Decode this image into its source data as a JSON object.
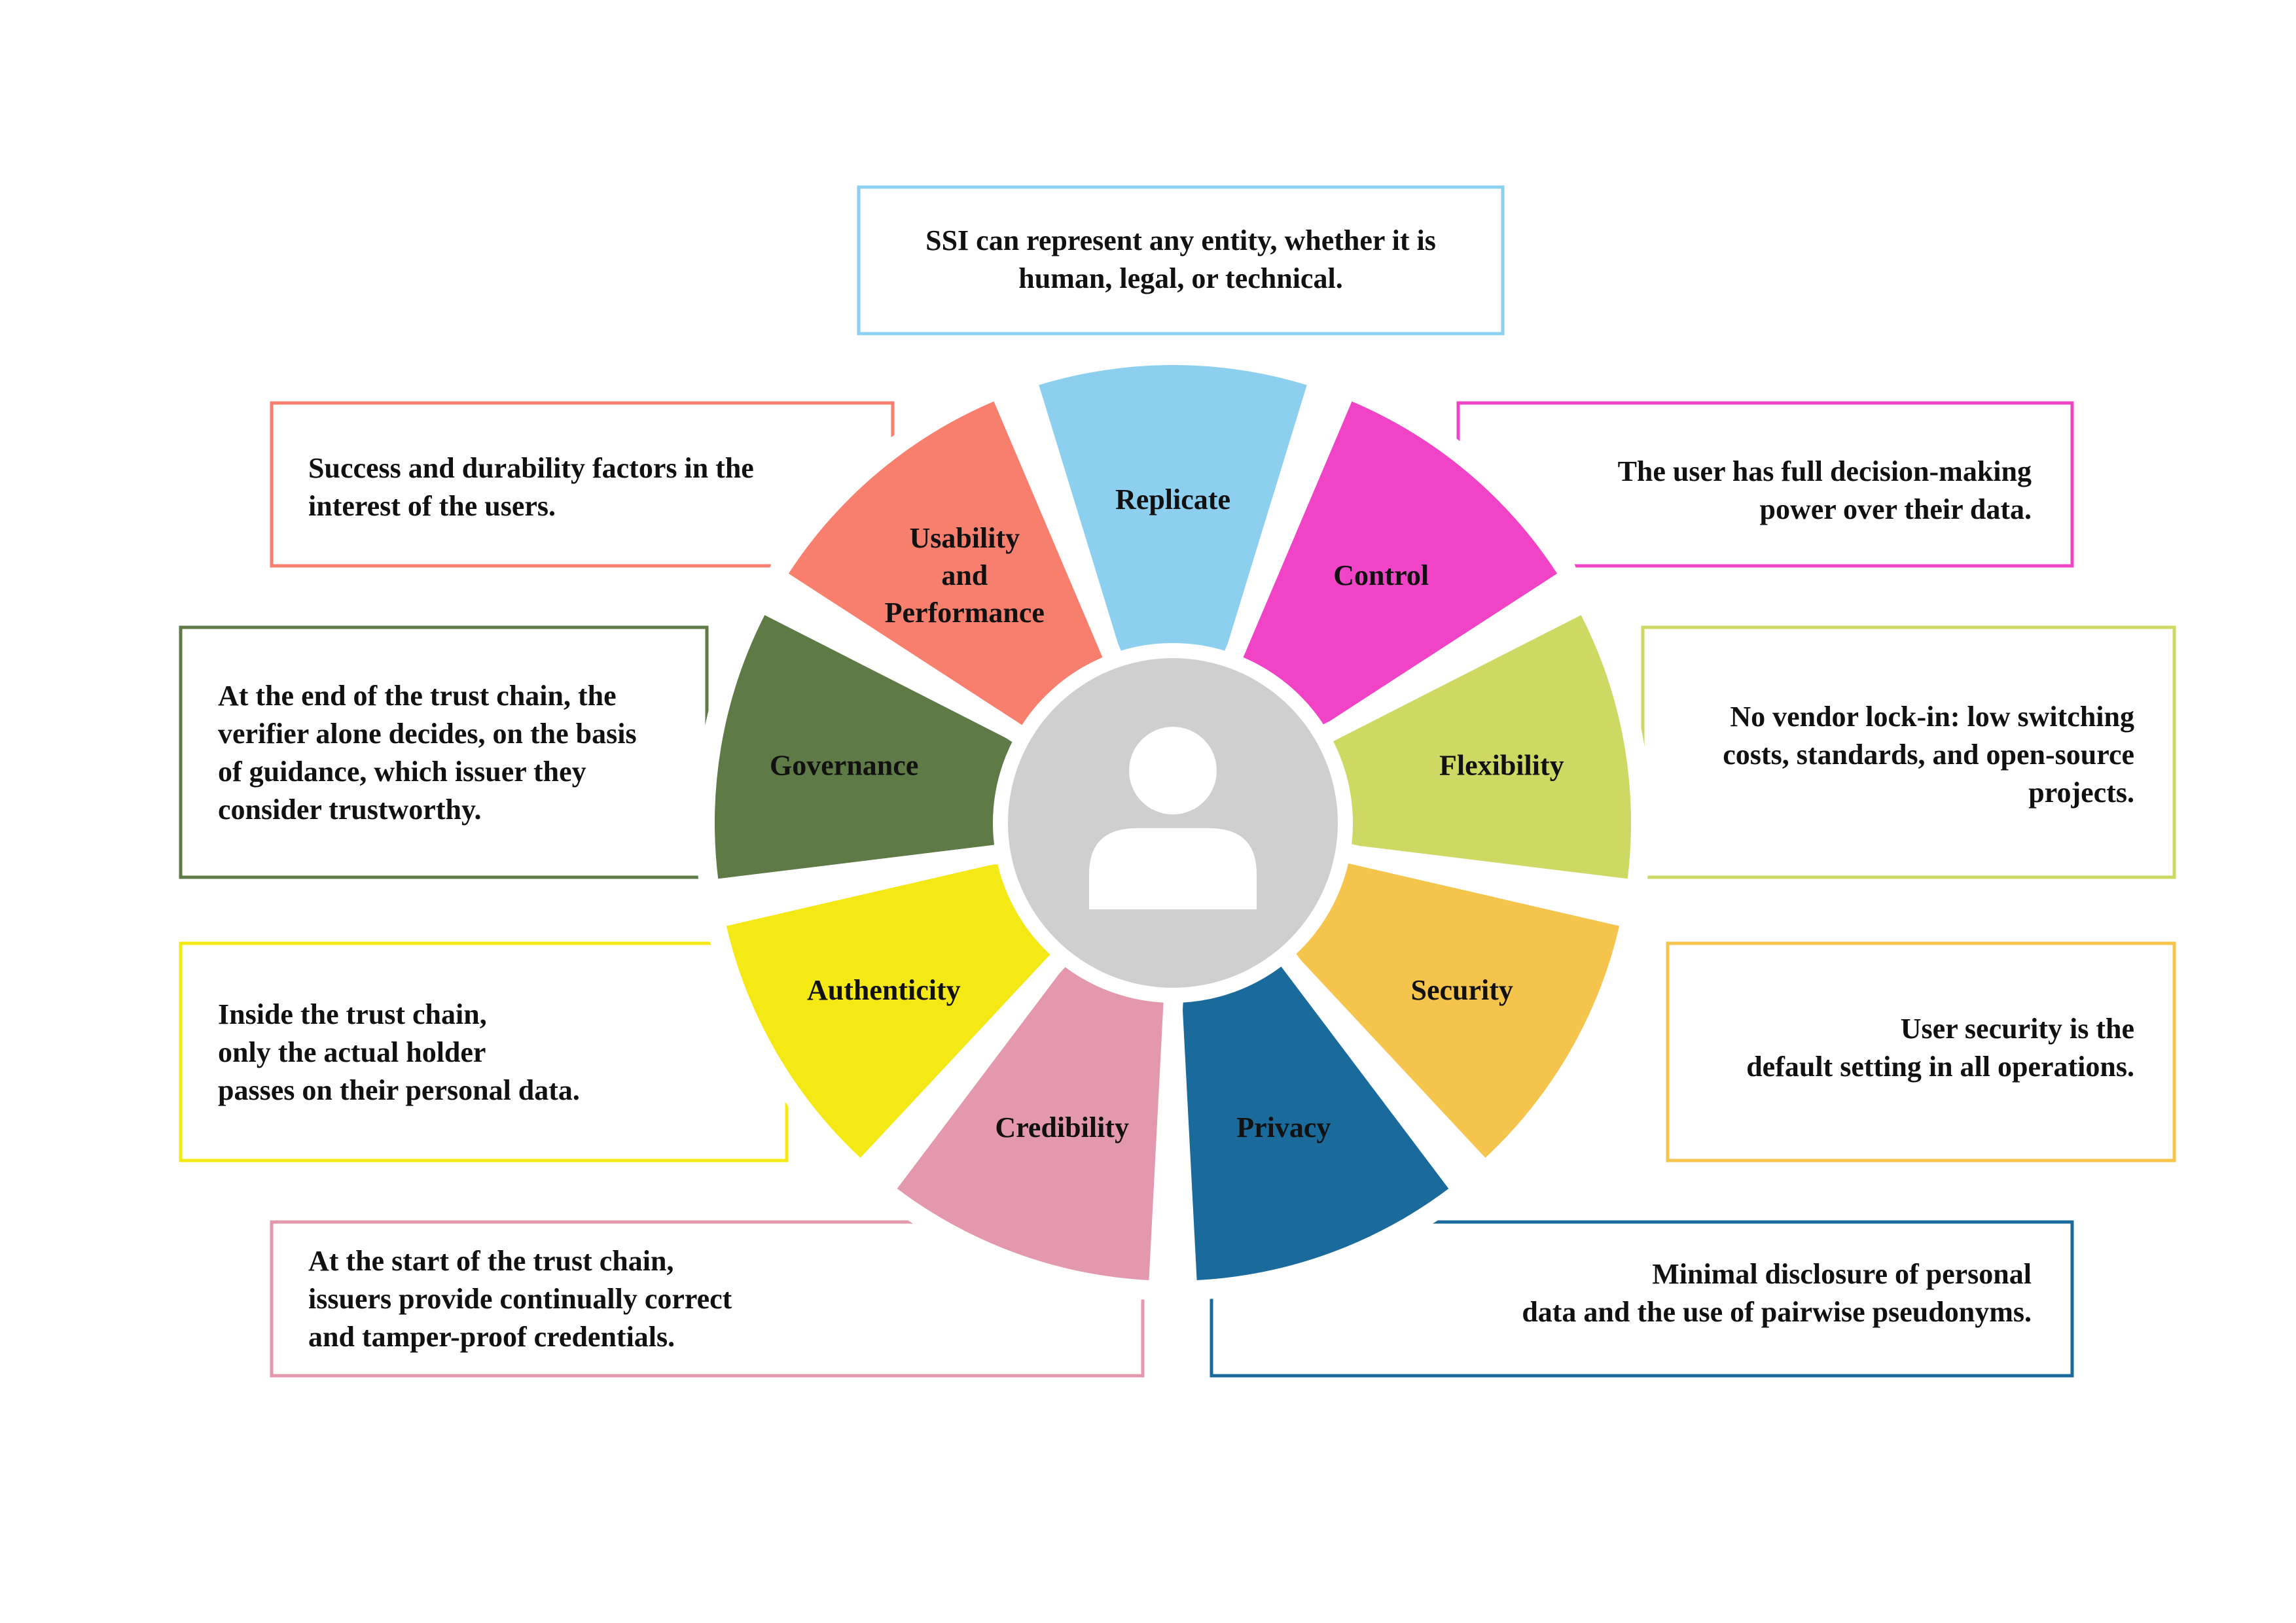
{
  "center": {
    "icon": "person-icon",
    "circle_color": "#d0cfcf",
    "icon_color": "#ffffff"
  },
  "segments": [
    {
      "id": "replicate",
      "label_lines": [
        "Replicate"
      ],
      "color": "#8dcfee",
      "description_lines": [
        "SSI can represent any entity, whether it is",
        "human, legal, or technical."
      ]
    },
    {
      "id": "control",
      "label_lines": [
        "Control"
      ],
      "color": "#f043c6",
      "description_lines": [
        "The user has full decision-making",
        "power over their data."
      ]
    },
    {
      "id": "flexibility",
      "label_lines": [
        "Flexibility"
      ],
      "color": "#cdd962",
      "description_lines": [
        "No vendor lock-in: low switching",
        "costs, standards, and open-source",
        "projects."
      ]
    },
    {
      "id": "security",
      "label_lines": [
        "Security"
      ],
      "color": "#f5c44c",
      "description_lines": [
        "User security is the",
        "default setting in all operations."
      ]
    },
    {
      "id": "privacy",
      "label_lines": [
        "Privacy"
      ],
      "color": "#1a6b9c",
      "description_lines": [
        "Minimal disclosure of personal",
        "data and the use of pairwise pseudonyms."
      ]
    },
    {
      "id": "credibility",
      "label_lines": [
        "Credibility"
      ],
      "color": "#e398ae",
      "description_lines": [
        "At the start of the trust chain,",
        "issuers provide continually correct",
        "and tamper-proof credentials."
      ]
    },
    {
      "id": "authenticity",
      "label_lines": [
        "Authenticity"
      ],
      "color": "#f4e815",
      "description_lines": [
        "Inside the trust chain,",
        "only the actual holder",
        "passes on their personal data."
      ]
    },
    {
      "id": "governance",
      "label_lines": [
        "Governance"
      ],
      "color": "#5e7a46",
      "description_lines": [
        "At the end of the trust chain, the",
        "verifier alone decides, on the basis",
        "of guidance, which issuer they",
        "consider trustworthy."
      ]
    },
    {
      "id": "usability",
      "label_lines": [
        "Usability",
        "and",
        "Performance"
      ],
      "color": "#f87e6e",
      "description_lines": [
        "Success and durability factors in the",
        "interest of the users."
      ]
    }
  ]
}
